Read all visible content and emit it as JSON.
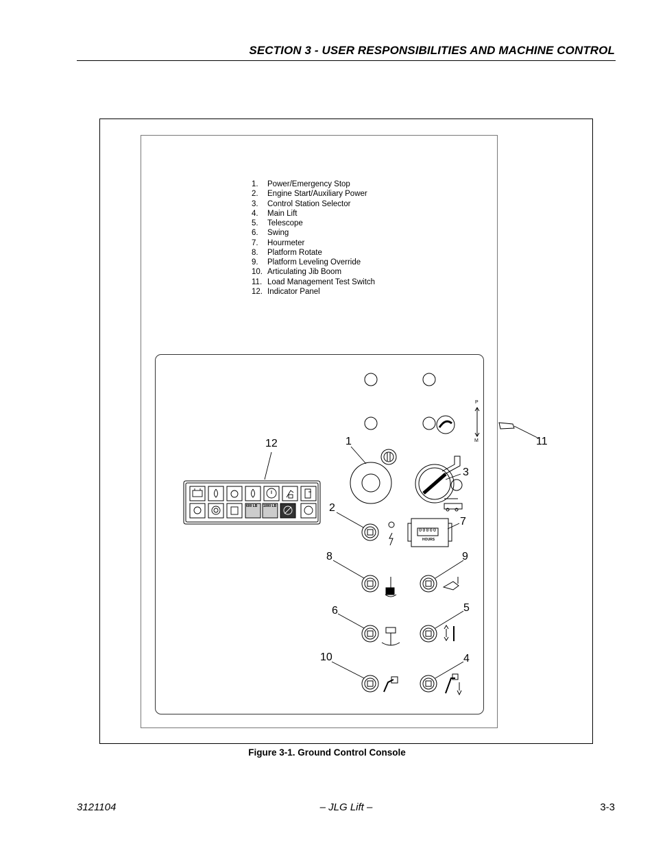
{
  "header": {
    "title": "SECTION 3 - USER RESPONSIBILITIES AND MACHINE CONTROL"
  },
  "legend": [
    {
      "num": "1.",
      "label": "Power/Emergency Stop"
    },
    {
      "num": "2.",
      "label": "Engine Start/Auxiliary Power"
    },
    {
      "num": "3.",
      "label": "Control Station Selector"
    },
    {
      "num": "4.",
      "label": "Main Lift"
    },
    {
      "num": "5.",
      "label": "Telescope"
    },
    {
      "num": "6.",
      "label": "Swing"
    },
    {
      "num": "7.",
      "label": "Hourmeter"
    },
    {
      "num": "8.",
      "label": "Platform Rotate"
    },
    {
      "num": "9.",
      "label": "Platform Leveling Override"
    },
    {
      "num": "10.",
      "label": "Articulating Jib Boom"
    },
    {
      "num": "11.",
      "label": "Load Management Test Switch"
    },
    {
      "num": "12.",
      "label": "Indicator Panel"
    }
  ],
  "callouts": {
    "c1": "1",
    "c2": "2",
    "c3": "3",
    "c4": "4",
    "c5": "5",
    "c6": "6",
    "c7": "7",
    "c8": "8",
    "c9": "9",
    "c10": "10",
    "c11": "11",
    "c12": "12"
  },
  "indicator_panel": {
    "load_600": "600 LB",
    "load_1000": "1000 LB"
  },
  "hourmeter": {
    "digits": "00000",
    "unit": "HOURS"
  },
  "selector_marks": {
    "top": "P",
    "bottom": "M"
  },
  "caption": "Figure 3-1.  Ground Control Console",
  "footer": {
    "left": "3121104",
    "center": "– JLG Lift –",
    "right": "3-3"
  }
}
